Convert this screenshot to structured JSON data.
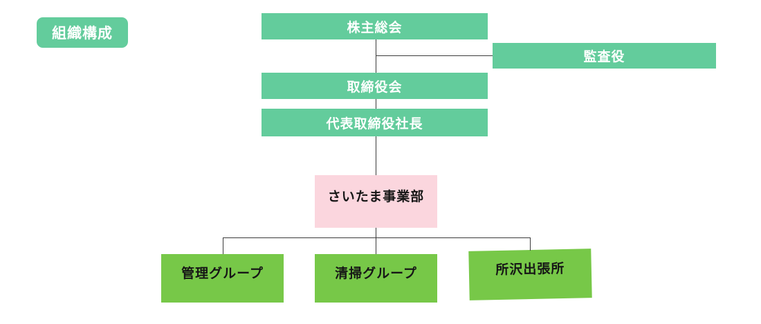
{
  "title_badge": {
    "label": "組織構成"
  },
  "org": {
    "nodes": [
      {
        "id": "shareholders-meeting",
        "label": "株主総会"
      },
      {
        "id": "auditor",
        "label": "監査役"
      },
      {
        "id": "board-of-directors",
        "label": "取締役会"
      },
      {
        "id": "president",
        "label": "代表取締役社長"
      },
      {
        "id": "saitama-division",
        "label": "さいたま事業部"
      },
      {
        "id": "management-group",
        "label": "管理グループ"
      },
      {
        "id": "cleaning-group",
        "label": "清掃グループ"
      },
      {
        "id": "tokorozawa-branch",
        "label": "所沢出張所"
      }
    ],
    "edges": [
      {
        "from": "株主総会",
        "to": "取締役会"
      },
      {
        "from": "株主総会",
        "to": "監査役"
      },
      {
        "from": "取締役会",
        "to": "代表取締役社長"
      },
      {
        "from": "代表取締役社長",
        "to": "さいたま事業部"
      },
      {
        "from": "さいたま事業部",
        "to": "管理グループ"
      },
      {
        "from": "さいたま事業部",
        "to": "清掃グループ"
      },
      {
        "from": "さいたま事業部",
        "to": "所沢出張所"
      }
    ]
  },
  "colors": {
    "mint_green": "#63cc9c",
    "bright_green": "#77c848",
    "pink": "#fbd6de",
    "connector_line": "#3b3b3b",
    "text_on_green": "#ffffff",
    "text_on_light": "#161616",
    "background": "#ffffff"
  }
}
